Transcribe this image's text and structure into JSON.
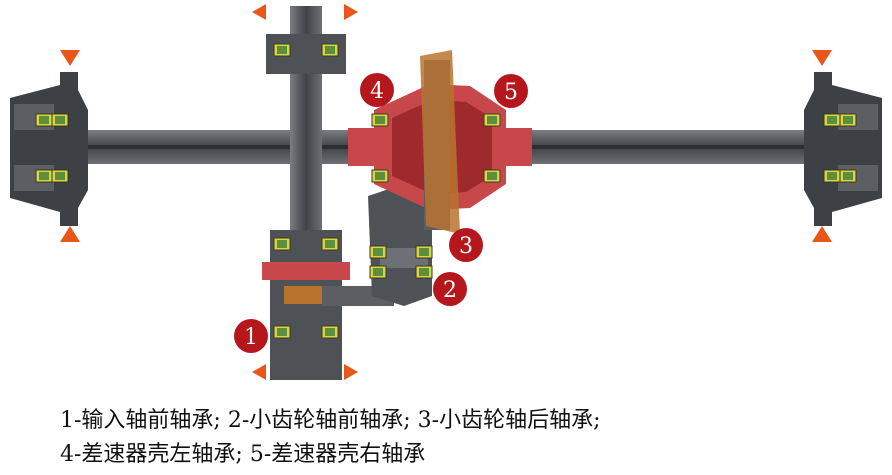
{
  "markers": [
    {
      "id": "1"
    },
    {
      "id": "2"
    },
    {
      "id": "3"
    },
    {
      "id": "4"
    },
    {
      "id": "5"
    }
  ],
  "caption": {
    "line1": "1-输入轴前轴承; 2-小齿轮轴前轴承; 3-小齿轮轴后轴承;",
    "line2": "4-差速器壳左轴承; 5-差速器壳右轴承"
  },
  "colors": {
    "shaft": "#4a4e52",
    "shaft_dark": "#2d3033",
    "housing": "#5b5f63",
    "gear_red": "#c8474a",
    "gear_dark_red": "#9e2a2e",
    "bearing_yellow": "#d9d34a",
    "bearing_green": "#5e8f3a",
    "marker_red": "#b5171d",
    "pointer_orange": "#e8561a",
    "bronze": "#b8732f"
  }
}
